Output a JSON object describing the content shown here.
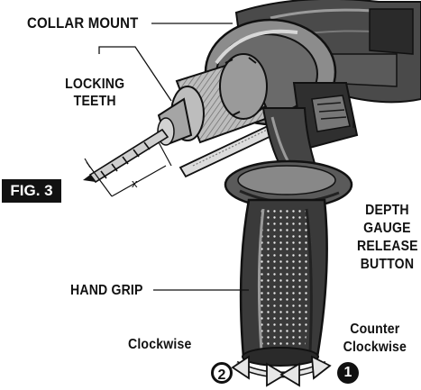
{
  "labels": {
    "collar_mount": "COLLAR MOUNT",
    "locking_teeth_line1": "LOCKING",
    "locking_teeth_line2": "TEETH",
    "fig": "FIG. 3",
    "dimension_x": "x",
    "depth_gauge_line1": "DEPTH",
    "depth_gauge_line2": "GAUGE",
    "depth_gauge_line3": "RELEASE",
    "depth_gauge_line4": "BUTTON",
    "hand_grip": "HAND GRIP",
    "clockwise": "Clockwise",
    "counter_clockwise_line1": "Counter",
    "counter_clockwise_line2": "Clockwise",
    "marker_left": "2",
    "marker_right": "1"
  },
  "colors": {
    "ink": "#111111",
    "dark_gray": "#3a3a3a",
    "mid_gray": "#8a8a8a",
    "light_gray": "#d2d2d2",
    "badge_text": "#ffffff"
  }
}
